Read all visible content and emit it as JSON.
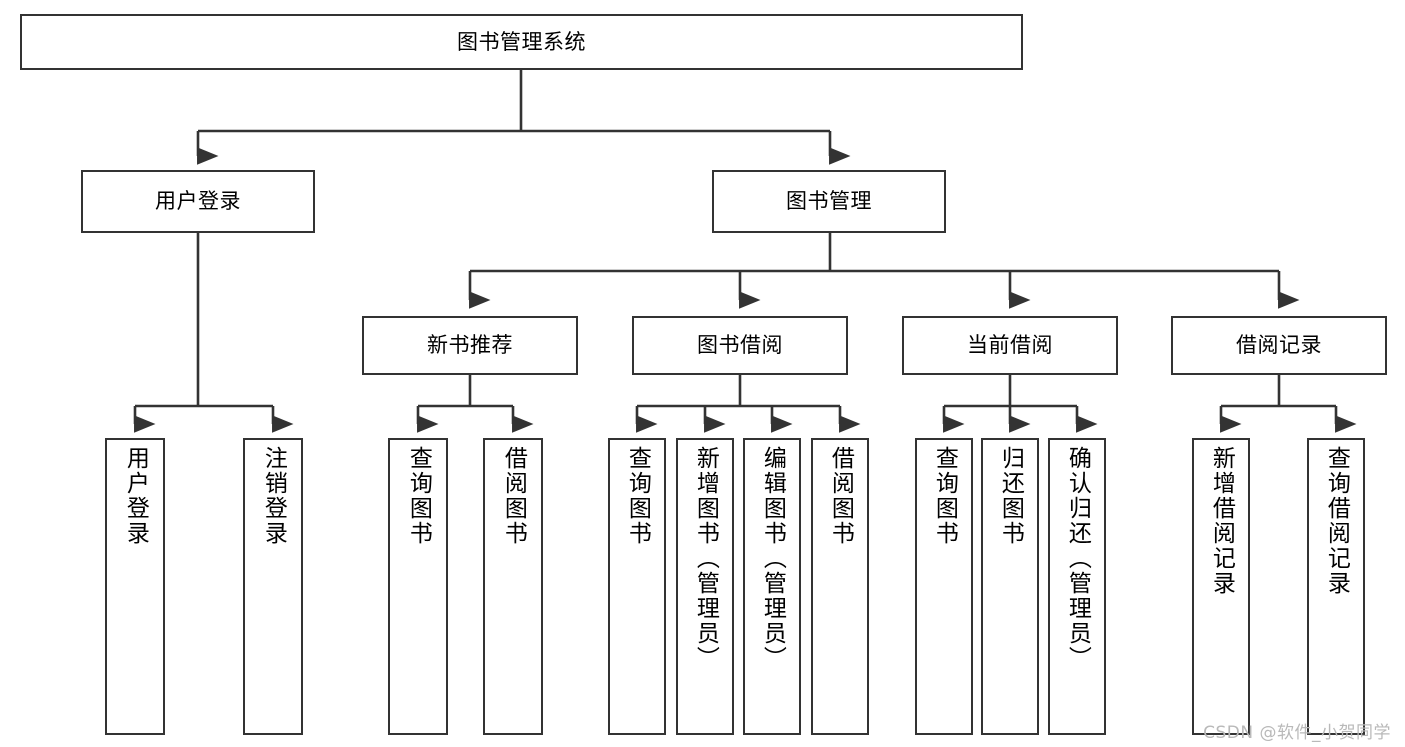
{
  "diagram": {
    "title": "图书管理系统",
    "watermark": "CSDN @软件_小贺同学",
    "colors": {
      "box_border": "#333333",
      "box_fill": "#ffffff",
      "connector": "#333333",
      "background": "#ffffff",
      "watermark": "#b9b9b9"
    },
    "root": {
      "label": "图书管理系统"
    },
    "level2": [
      {
        "label": "用户登录"
      },
      {
        "label": "图书管理"
      }
    ],
    "level3": [
      {
        "label": "新书推荐"
      },
      {
        "label": "图书借阅"
      },
      {
        "label": "当前借阅"
      },
      {
        "label": "借阅记录"
      }
    ],
    "leaves": {
      "user_login": [
        {
          "label": "用户登录"
        },
        {
          "label": "注销登录"
        }
      ],
      "new_book_recommend": [
        {
          "label": "查询图书"
        },
        {
          "label": "借阅图书"
        }
      ],
      "book_borrow": [
        {
          "label": "查询图书"
        },
        {
          "label": "新增图书（管理员）"
        },
        {
          "label": "编辑图书（管理员）"
        },
        {
          "label": "借阅图书"
        }
      ],
      "current_borrow": [
        {
          "label": "查询图书"
        },
        {
          "label": "归还图书"
        },
        {
          "label": "确认归还（管理员）"
        }
      ],
      "borrow_record": [
        {
          "label": "新增借阅记录"
        },
        {
          "label": "查询借阅记录"
        }
      ]
    }
  }
}
